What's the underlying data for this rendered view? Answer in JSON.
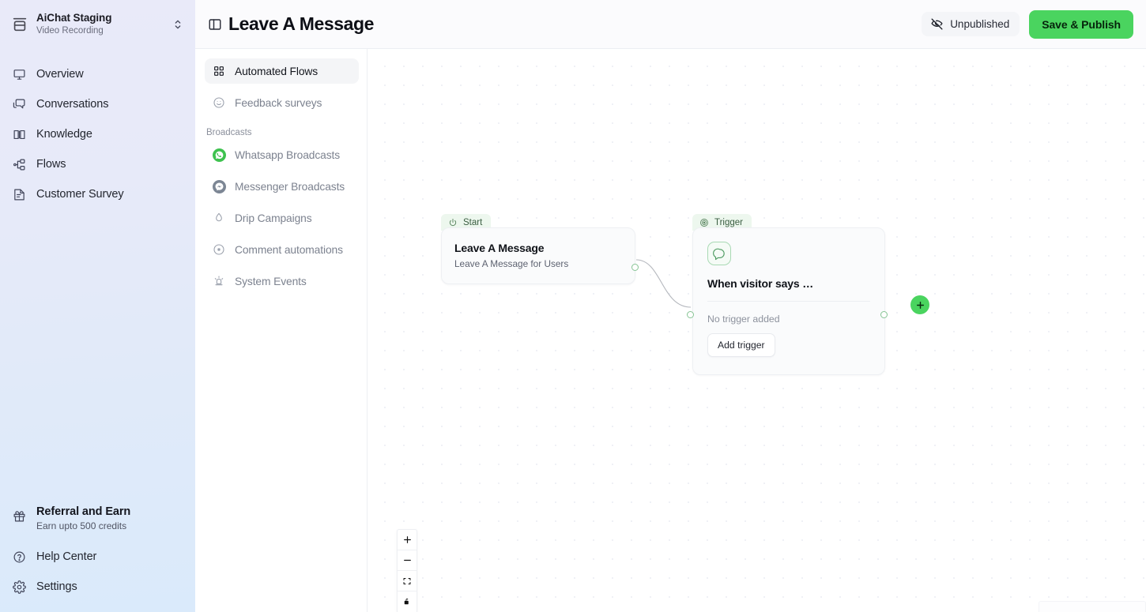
{
  "sidebar": {
    "workspace": {
      "name": "AiChat Staging",
      "subtitle": "Video Recording",
      "icon": "workspace-icon",
      "switcher_icon": "chevrons-up-down-icon"
    },
    "items": [
      {
        "label": "Overview",
        "icon": "overview-icon"
      },
      {
        "label": "Conversations",
        "icon": "conversations-icon"
      },
      {
        "label": "Knowledge",
        "icon": "book-icon"
      },
      {
        "label": "Flows",
        "icon": "flows-icon"
      },
      {
        "label": "Customer Survey",
        "icon": "survey-icon"
      }
    ],
    "referral": {
      "title": "Referral and Earn",
      "subtitle": "Earn upto 500 credits",
      "icon": "gift-icon"
    },
    "bottom_items": [
      {
        "label": "Help Center",
        "icon": "help-circle-icon"
      },
      {
        "label": "Settings",
        "icon": "gear-icon"
      }
    ]
  },
  "topbar": {
    "panel_toggle_icon": "panel-left-icon",
    "title": "Leave A Message",
    "status": {
      "label": "Unpublished",
      "icon": "eye-off-icon"
    },
    "publish_button": {
      "label": "Save & Publish",
      "color": "#4ad45f"
    }
  },
  "flow_panel": {
    "items": [
      {
        "label": "Automated Flows",
        "icon": "grid-dots-icon",
        "active": true
      },
      {
        "label": "Feedback surveys",
        "icon": "smiley-icon",
        "active": false
      }
    ],
    "group_label": "Broadcasts",
    "broadcast_items": [
      {
        "label": "Whatsapp Broadcasts",
        "icon": "whatsapp-icon",
        "color": "#3ec24f"
      },
      {
        "label": "Messenger Broadcasts",
        "icon": "messenger-icon",
        "color": "#7c8694"
      },
      {
        "label": "Drip Campaigns",
        "icon": "droplet-icon",
        "color": ""
      },
      {
        "label": "Comment automations",
        "icon": "comment-dot-icon",
        "color": ""
      },
      {
        "label": "System Events",
        "icon": "siren-icon",
        "color": ""
      }
    ]
  },
  "canvas": {
    "start_node": {
      "tab_label": "Start",
      "tab_icon": "power-icon",
      "title": "Leave A Message",
      "subtitle": "Leave A Message for Users"
    },
    "trigger_node": {
      "tab_label": "Trigger",
      "tab_icon": "target-icon",
      "node_icon": "chat-bubble-icon",
      "title": "When visitor says …",
      "empty_text": "No trigger added",
      "button_label": "Add trigger"
    },
    "add_node_button": {
      "icon": "plus-icon",
      "color": "#4ad45f"
    },
    "zoom_controls": [
      {
        "icon": "plus-icon",
        "name": "zoom-in"
      },
      {
        "icon": "minus-icon",
        "name": "zoom-out"
      },
      {
        "icon": "fit-view-icon",
        "name": "fit-view"
      },
      {
        "icon": "lock-icon",
        "name": "lock-canvas"
      }
    ]
  }
}
